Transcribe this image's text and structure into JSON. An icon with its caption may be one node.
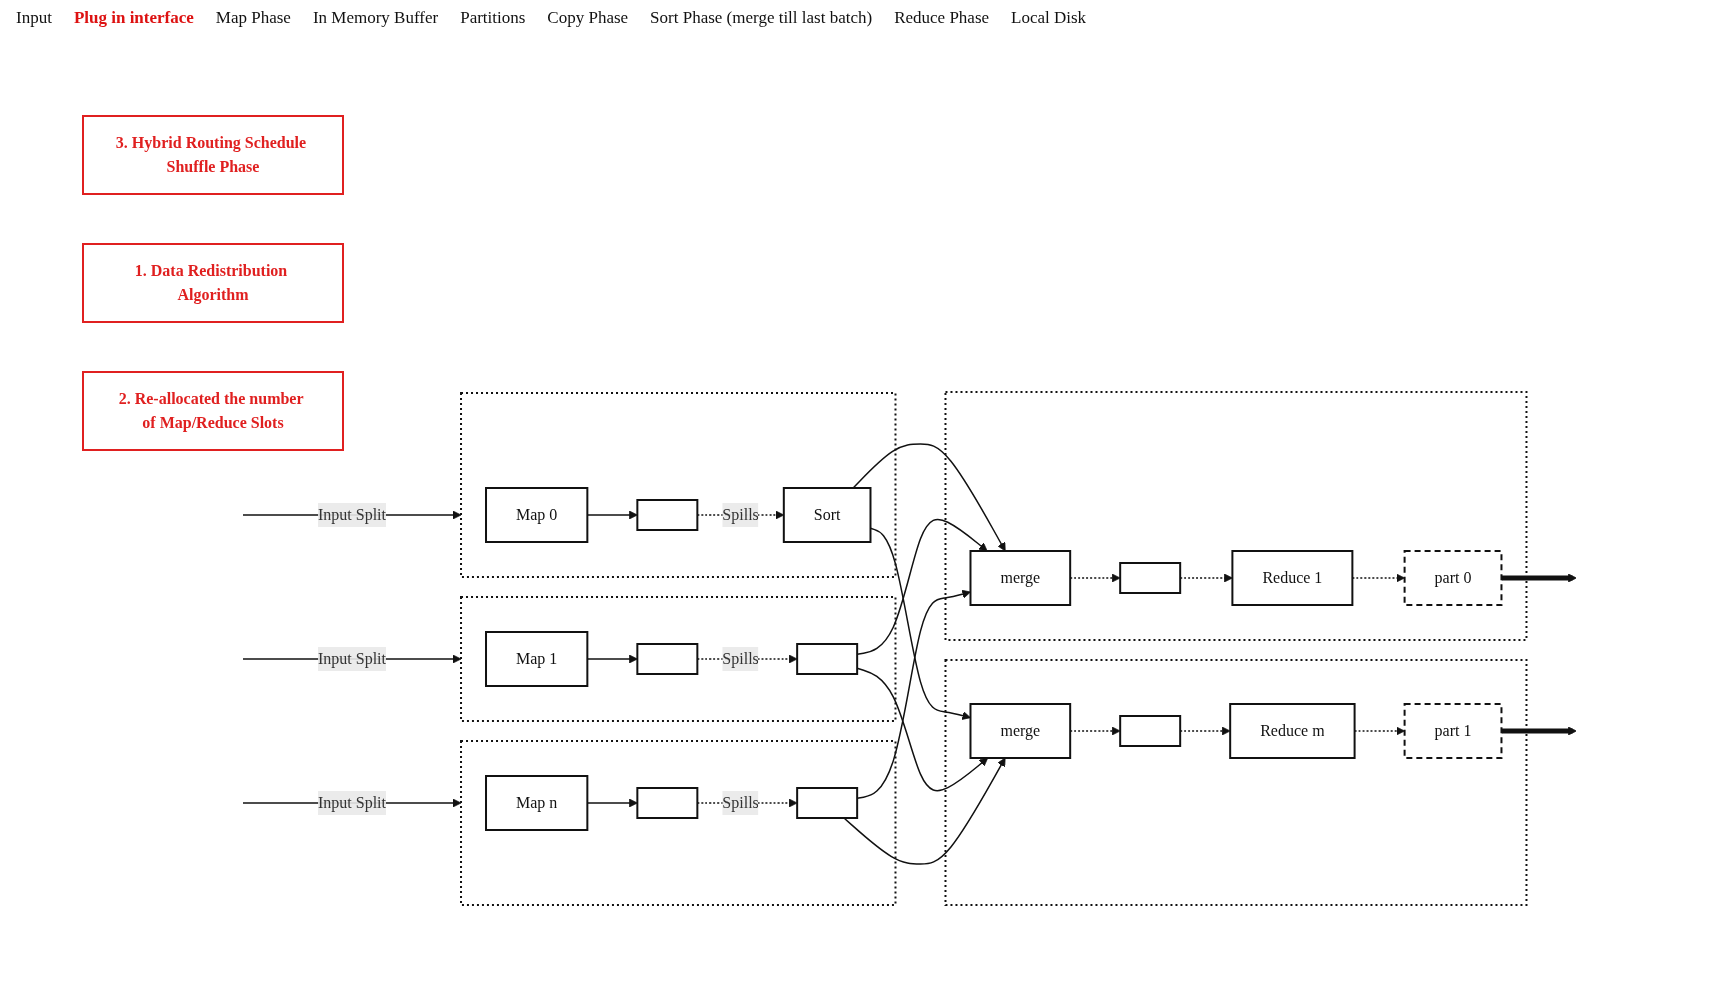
{
  "diagram": {
    "nodes": [
      {
        "text": [
          "3. Hybrid Routing Schedule Shuffle Phase"
        ]
      },
      {
        "text": [
          "1. Data Redistribution Algorithm"
        ]
      },
      {
        "text": [
          "2. Re-allocated the number of Map/Reduce Slots"
        ]
      },
      {
        "text": [],
        "shape": "box"
      },
      {
        "text": [
          "Map 0"
        ],
        "in": 3
      },
      {
        "text": [],
        "shape": "box",
        "in": 3
      },
      {
        "text": [
          "Sort"
        ],
        "in": 3
      },
      {
        "text": [],
        "shape": "box"
      },
      {
        "text": [
          "Map 1"
        ],
        "in": 7
      },
      {
        "text": [],
        "shape": "box",
        "in": 7
      },
      {
        "text": [],
        "shape": "box",
        "in": 7
      },
      {
        "text": [],
        "shape": "box"
      },
      {
        "text": [
          "Map n"
        ],
        "in": 11
      },
      {
        "text": [],
        "shape": "box",
        "in": 11
      },
      {
        "text": [],
        "shape": "box",
        "in": 11
      },
      {
        "text": [],
        "shape": "box"
      },
      {
        "text": [
          "merge"
        ],
        "in": 15
      },
      {
        "text": [],
        "shape": "box",
        "in": 15
      },
      {
        "text": [
          "Reduce 1"
        ],
        "in": 15
      },
      {
        "text": [
          "part 0"
        ],
        "in": 15
      },
      {
        "text": [],
        "shape": "box"
      },
      {
        "text": [
          "merge"
        ],
        "in": 20
      },
      {
        "text": [],
        "shape": "box",
        "in": 20
      },
      {
        "text": [
          "Reduce m"
        ],
        "in": 20
      },
      {
        "text": [
          "part 1"
        ],
        "in": 20
      }
    ],
    "edges": [
      {
        "from": null,
        "to": 3,
        "arrow": "to",
        "label": "Input Split"
      },
      {
        "from": 4,
        "to": 5,
        "arrow": "to"
      },
      {
        "from": 5,
        "to": 6,
        "arrow": "to",
        "style": "dashed",
        "label": "Spills"
      },
      {
        "from": null,
        "to": 7,
        "arrow": "to",
        "label": "Input Split"
      },
      {
        "from": 8,
        "to": 9,
        "arrow": "to"
      },
      {
        "from": 9,
        "to": 10,
        "arrow": "to",
        "style": "dashed",
        "label": "Spills"
      },
      {
        "from": null,
        "to": 11,
        "arrow": "to",
        "label": "Input Split"
      },
      {
        "from": 12,
        "to": 13,
        "arrow": "to"
      },
      {
        "from": 13,
        "to": 14,
        "arrow": "to",
        "style": "dashed",
        "label": "Spills"
      },
      {
        "from": 6,
        "to": 16,
        "arrow": "to"
      },
      {
        "from": 6,
        "to": 21,
        "arrow": "to"
      },
      {
        "from": 10,
        "to": 16,
        "arrow": "to"
      },
      {
        "from": 10,
        "to": 21,
        "arrow": "to"
      },
      {
        "from": 14,
        "to": 16,
        "arrow": "to"
      },
      {
        "from": 14,
        "to": 21,
        "arrow": "to"
      },
      {
        "from": 16,
        "to": 17,
        "arrow": "to",
        "style": "dashed"
      },
      {
        "from": 17,
        "to": 18,
        "arrow": "to",
        "style": "dashed"
      },
      {
        "from": 18,
        "to": 19,
        "arrow": "to",
        "style": "dashed"
      },
      {
        "from": 19,
        "to": null,
        "arrow": "to",
        "style": "thick"
      },
      {
        "from": 21,
        "to": 22,
        "arrow": "to",
        "style": "dashed"
      },
      {
        "from": 22,
        "to": 23,
        "arrow": "to",
        "style": "dashed"
      },
      {
        "from": 23,
        "to": 24,
        "arrow": "to",
        "style": "dashed"
      },
      {
        "from": 24,
        "to": null,
        "arrow": "to",
        "style": "thick"
      }
    ],
    "labels": [
      "Input",
      "Plug in interface",
      "Map Phase",
      "In Memory Buffer",
      "Partitions",
      "Copy Phase",
      "Sort Phase (merge till last batch)",
      "Reduce Phase",
      "Local Disk"
    ]
  }
}
